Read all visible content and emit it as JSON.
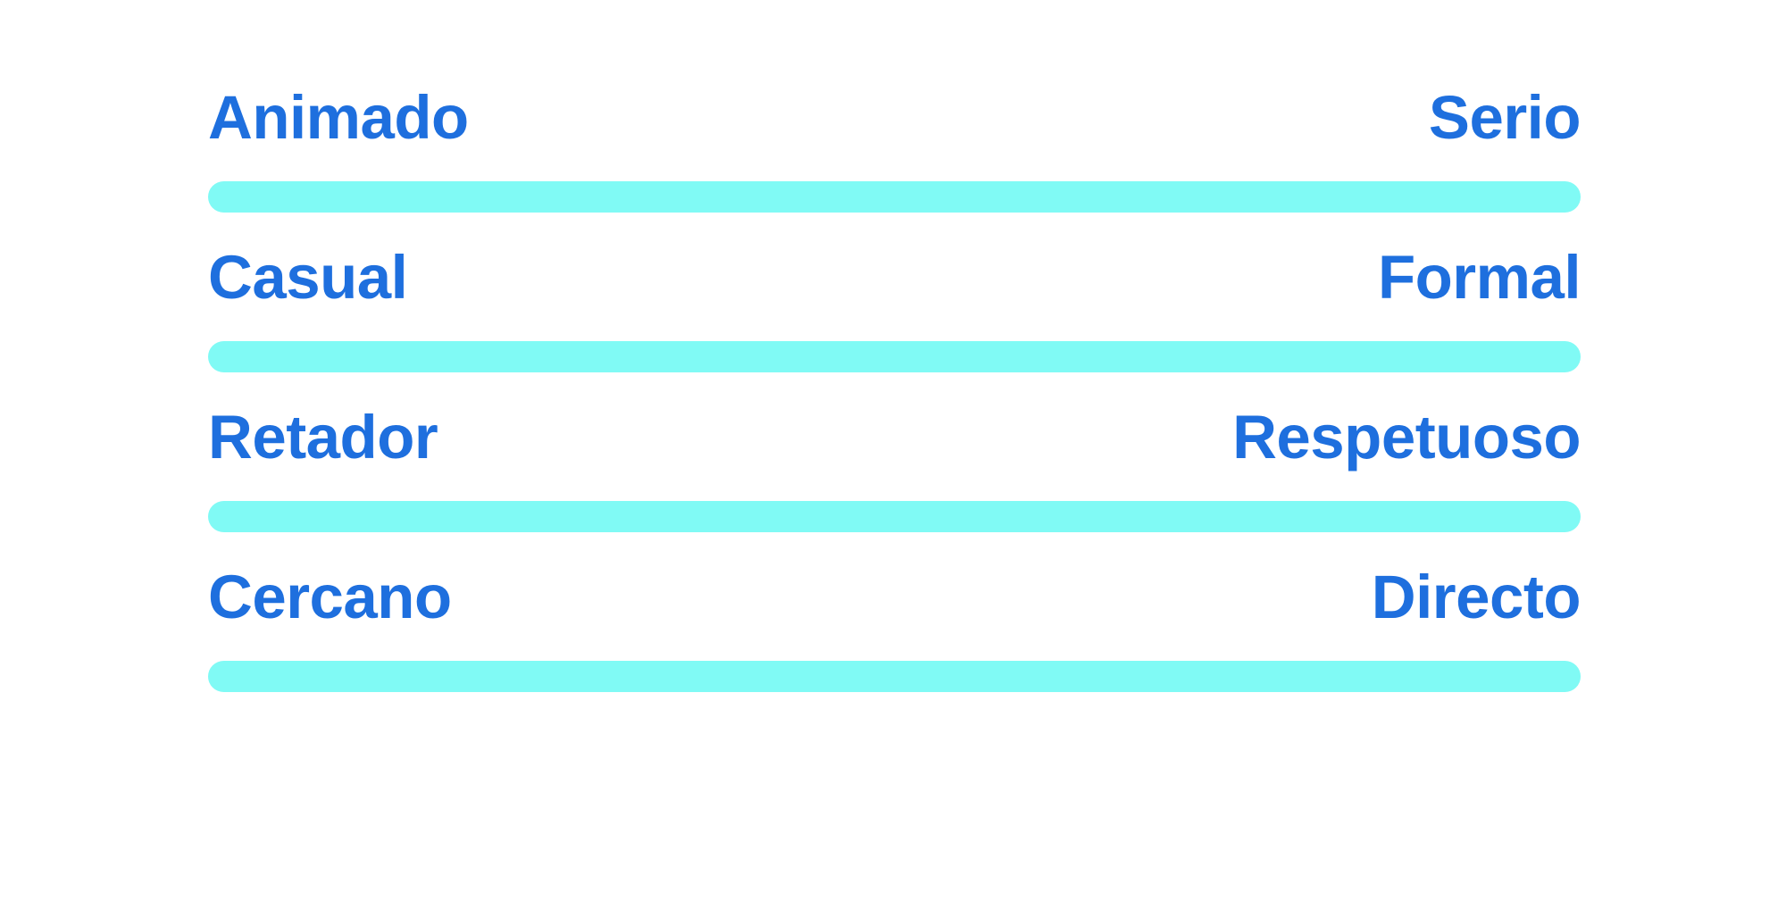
{
  "theme": {
    "background_color": "#FFFFFF",
    "label_color": "#1E6FDE",
    "track_color": "#80FAF5"
  },
  "scales": [
    {
      "left_label": "Animado",
      "right_label": "Serio"
    },
    {
      "left_label": "Casual",
      "right_label": "Formal"
    },
    {
      "left_label": "Retador",
      "right_label": "Respetuoso"
    },
    {
      "left_label": "Cercano",
      "right_label": "Directo"
    }
  ]
}
